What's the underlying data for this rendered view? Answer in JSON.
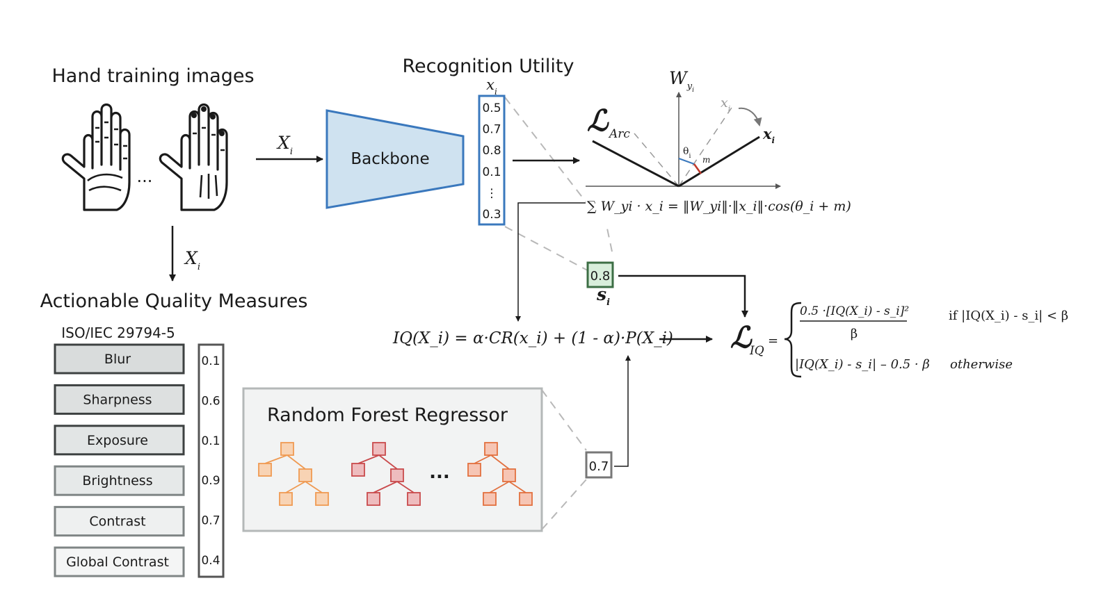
{
  "hand": {
    "title": "Hand training images",
    "ellipsis": "...",
    "input_var": "X",
    "input_sub": "i"
  },
  "utility": {
    "title": "Recognition Utility",
    "backbone_label": "Backbone",
    "embedding_var": "x",
    "embedding_sub": "i",
    "embedding_values": [
      "0.5",
      "0.7",
      "0.8",
      "0.1",
      "⋮",
      "0.3"
    ]
  },
  "arcface": {
    "loss_symbol": "ℒ",
    "loss_sub": "Arc",
    "w_label": "W",
    "w_sub": "y",
    "w_subsub": "i",
    "x_label": "x",
    "x_sub": "i",
    "x_dashed_label": "x",
    "x_dashed_sub": "i",
    "theta_label": "θ",
    "theta_sub": "i",
    "margin_label": "m",
    "formula": "∑ W_yi · x_i = ‖W_yi‖·‖x_i‖·cos(θ_i + m)"
  },
  "target": {
    "value": "0.8",
    "label": "s",
    "label_sub": "i"
  },
  "iq_formula": "IQ(X_i) = α·CR(x_i) + (1 - α)·P(X_i)",
  "iq_loss": {
    "symbol": "ℒ",
    "sub": "IQ",
    "eq": "=",
    "case1_numerator": "0.5 ·[IQ(X_i) - s_i]²",
    "case1_denominator": "β",
    "case1_condition": "if |IQ(X_i) - s_i| < β",
    "case2_expr": "|IQ(X_i) - s_i| – 0.5 · β",
    "case2_condition": "otherwise"
  },
  "quality": {
    "title": "Actionable Quality Measures",
    "standard": "ISO/IEC 29794-5",
    "measures": [
      "Blur",
      "Sharpness",
      "Exposure",
      "Brightness",
      "Contrast",
      "Global Contrast"
    ],
    "values": [
      "0.1",
      "0.6",
      "0.1",
      "0.9",
      "0.7",
      "0.4"
    ],
    "fill_colors": [
      "#d9dcdc",
      "#dde0e0",
      "#e2e5e5",
      "#e6e9e9",
      "#eef0f0",
      "#f4f5f5"
    ]
  },
  "forest": {
    "title": "Random Forest Regressor",
    "ellipsis": "...",
    "output_value": "0.7"
  },
  "colors": {
    "backbone_fill": "#cfe2f0",
    "backbone_stroke": "#3a78bd",
    "target_fill": "#d8eedb",
    "target_stroke": "#3c6e44",
    "tree1_fill": "#f8d3b4",
    "tree1_stroke": "#ef9a52",
    "tree2_fill": "#eebcbe",
    "tree2_stroke": "#c94a4c",
    "tree3_fill": "#f6c5b4",
    "tree3_stroke": "#e2703f",
    "forest_panel_fill": "#f2f3f3",
    "theta_arc": "#3a78bd",
    "margin_arc": "#c0392b"
  }
}
